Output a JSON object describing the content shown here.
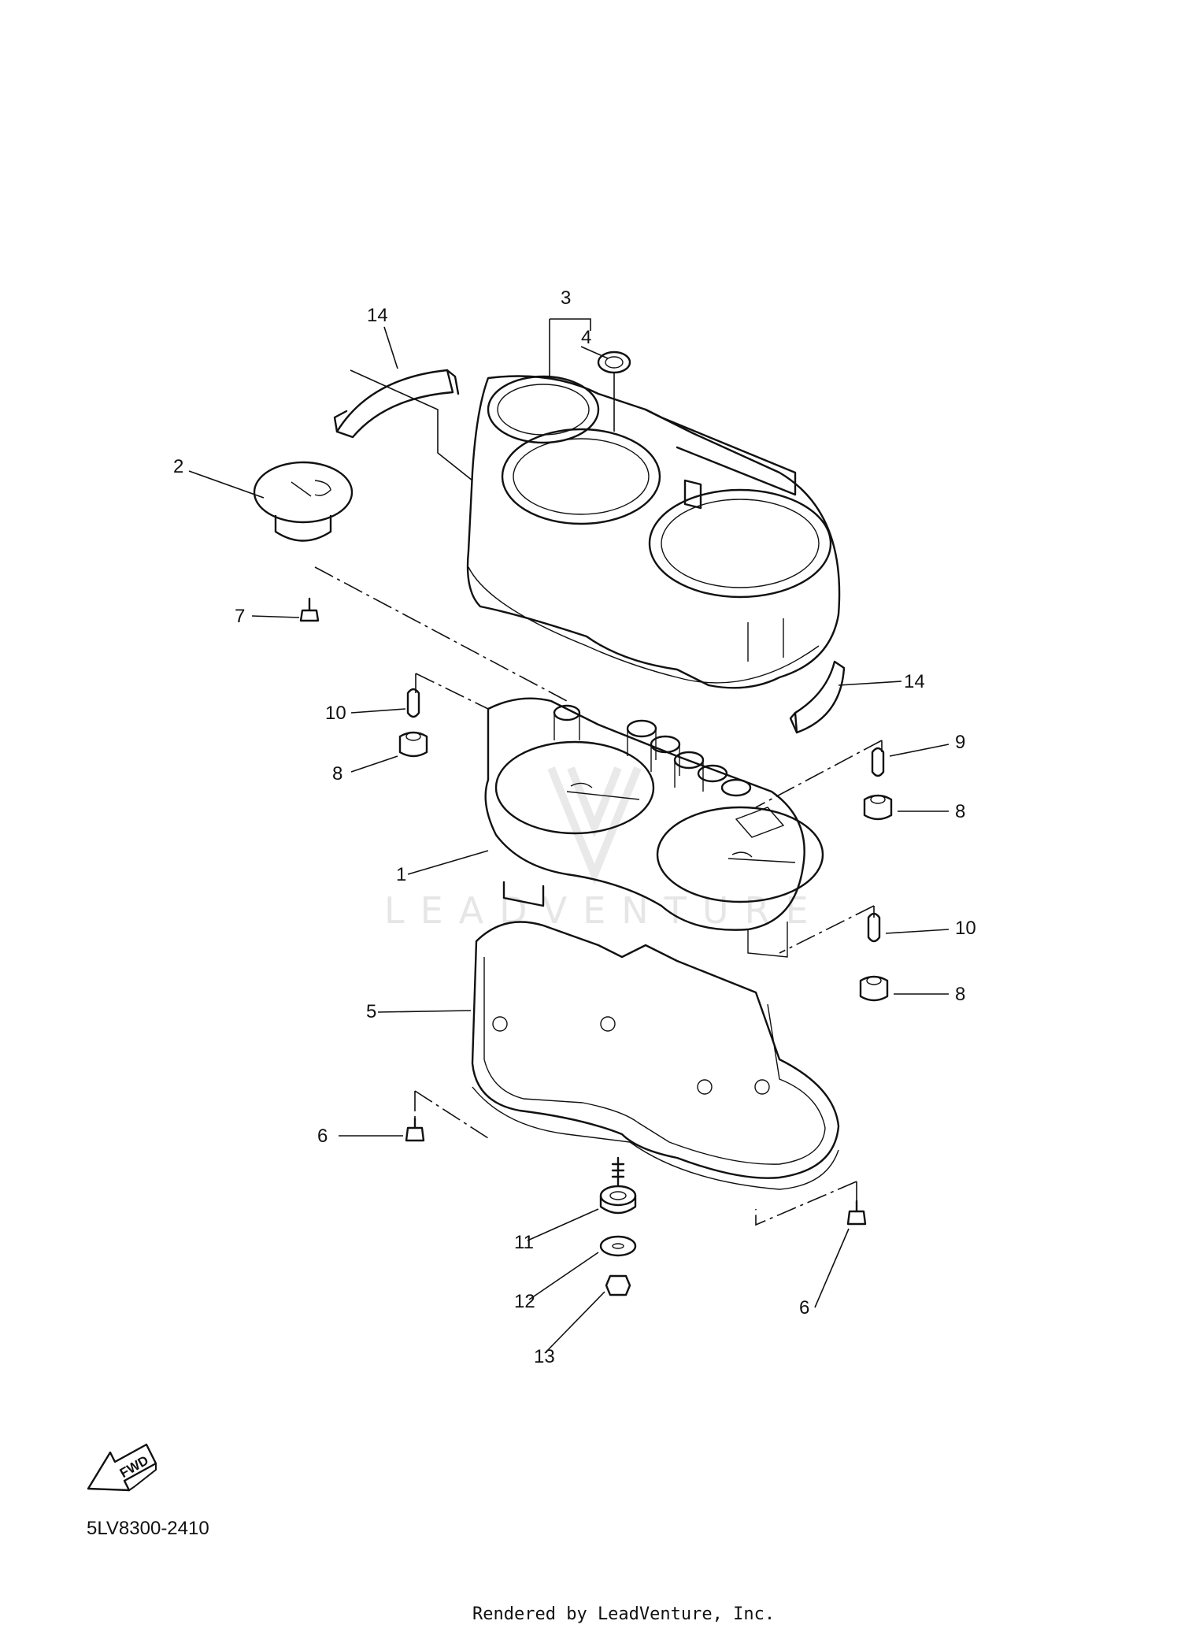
{
  "diagram": {
    "callouts": {
      "p1": "1",
      "p2": "2",
      "p3": "3",
      "p4": "4",
      "p5": "5",
      "p6a": "6",
      "p6b": "6",
      "p7": "7",
      "p8a": "8",
      "p8b": "8",
      "p8c": "8",
      "p9": "9",
      "p10a": "10",
      "p10b": "10",
      "p11": "11",
      "p12": "12",
      "p13": "13",
      "p14a": "14",
      "p14b": "14"
    },
    "fwd_label": "FWD",
    "diagram_code": "5LV8300-2410",
    "watermark": "LEADVENTURE",
    "footer": "Rendered by LeadVenture, Inc."
  }
}
